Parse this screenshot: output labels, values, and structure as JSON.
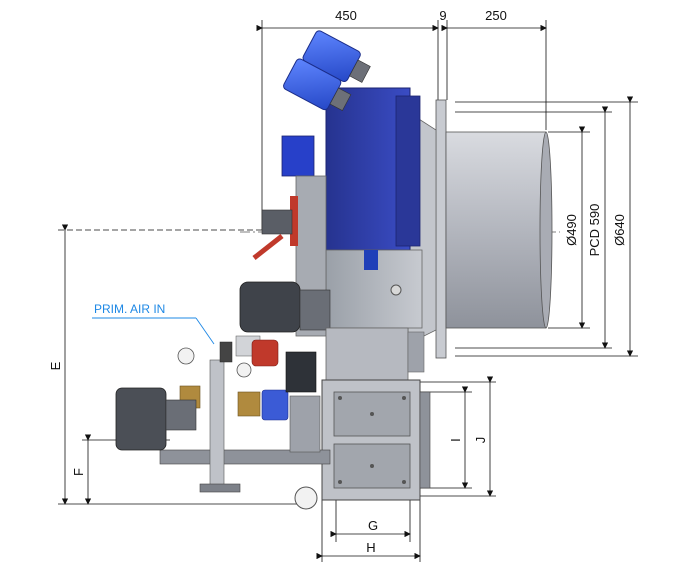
{
  "dimensions": {
    "top_left": "450",
    "top_mid": "9",
    "top_right": "250",
    "d490": "Ø490",
    "pcd590": "PCD 590",
    "d640": "Ø640",
    "E": "E",
    "F": "F",
    "I": "I",
    "J": "J",
    "G": "G",
    "H": "H"
  },
  "callouts": {
    "prim_air_in": "PRIM. AIR IN"
  },
  "colors": {
    "motor_blue": "#3b5bd6",
    "housing_blue": "#2f3fa8",
    "tube_grey": "#b9bcc4",
    "valve_brass": "#b08a3e",
    "valve_red": "#c0392b",
    "dark_metal": "#4b4f56",
    "label_blue": "#1e88e5"
  }
}
